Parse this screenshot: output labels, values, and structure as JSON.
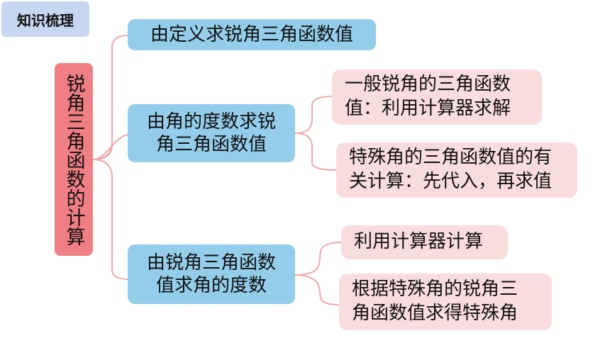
{
  "header": {
    "title": "知识梳理"
  },
  "root": {
    "label": "锐角三角函数的计算"
  },
  "branches": [
    {
      "label": "由定义求锐角三角函数值"
    },
    {
      "line1": "由角的度数求锐",
      "line2": "角三角函数值",
      "children": [
        {
          "line1": "一般锐角的三角函数",
          "line2": "值：利用计算器求解"
        },
        {
          "line1": "特殊角的三角函数值的有",
          "line2": "关计算：先代入，再求值"
        }
      ]
    },
    {
      "line1": "由锐角三角函数",
      "line2": "值求角的度数",
      "children": [
        {
          "line1": "利用计算器计算"
        },
        {
          "line1": "根据特殊角的锐角三",
          "line2": "角函数值求得特殊角"
        }
      ]
    }
  ],
  "colors": {
    "header_bg": "#c7d7f1",
    "root_bg": "#ef7f85",
    "branch_bg": "#94cdea",
    "leaf_bg": "#f9dcdd",
    "connector": "#f0a7ab"
  }
}
